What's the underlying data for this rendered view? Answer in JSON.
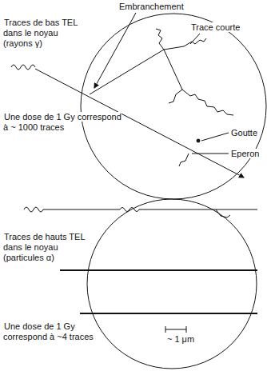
{
  "diagram": {
    "labels": [
      "Embranchement",
      "Trace courte",
      "Traces de bas TEL dans le noyau (rayons γ)",
      "Une dose de 1 Gy correspond à ~ 1000 traces",
      "Goutte",
      "Eperon",
      "Traces de hauts TEL dans le noyau (particules α)",
      "Une dose de 1 Gy correspond à ~4 traces",
      "~ 1 μm"
    ]
  }
}
